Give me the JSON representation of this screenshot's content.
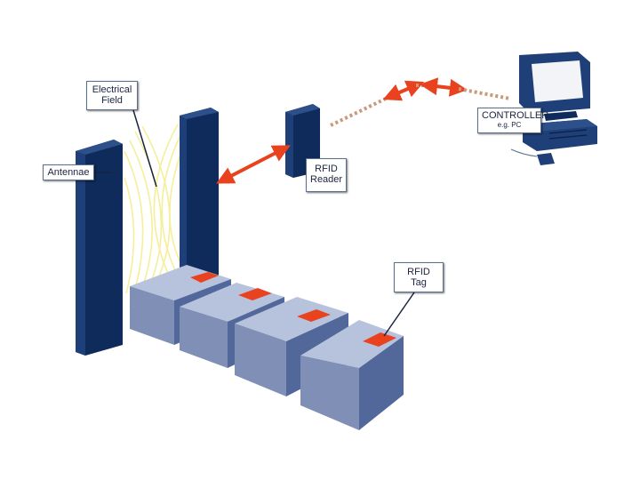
{
  "labels": {
    "electrical_field": {
      "line1": "Electrical",
      "line2": "Field"
    },
    "antennae": "Antennae",
    "rfid_reader": {
      "line1": "RFID",
      "line2": "Reader"
    },
    "controller": {
      "line1": "CONTROLLER",
      "line2": "e.g. PC"
    },
    "rfid_tag": {
      "line1": "RFID",
      "line2": "Tag"
    }
  },
  "colors": {
    "antenna_front": "#1f3f78",
    "antenna_side": "#0f2b5c",
    "box_top": "#b7c3dc",
    "box_front": "#7f8fb6",
    "box_side": "#52679a",
    "tag": "#e8421f",
    "field_lines": "#f4ef9a",
    "arrow": "#e8421f",
    "signal_dots": "#c99a7a"
  }
}
